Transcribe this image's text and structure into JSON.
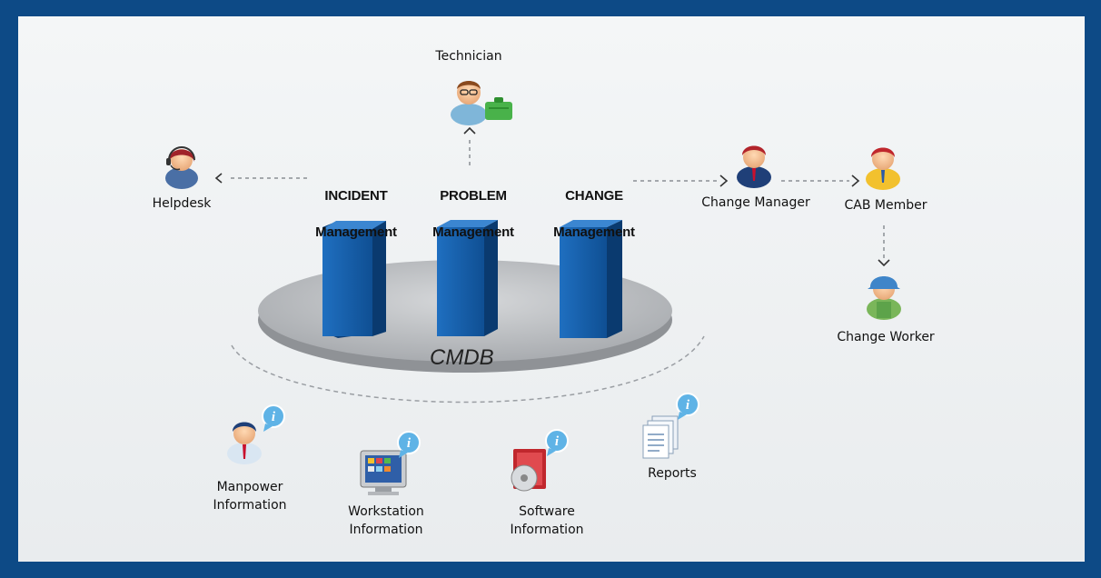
{
  "modules": [
    {
      "line1": "INCIDENT",
      "line2": "Management"
    },
    {
      "line1": "PROBLEM",
      "line2": "Management"
    },
    {
      "line1": "CHANGE",
      "line2": "Management"
    }
  ],
  "platform_label": "CMDB",
  "roles": {
    "technician": "Technician",
    "helpdesk": "Helpdesk",
    "change_manager": "Change Manager",
    "cab_member": "CAB Member",
    "change_worker": "Change Worker"
  },
  "info_sources": {
    "manpower": "Manpower\nInformation",
    "workstation": "Workstation\nInformation",
    "software": "Software\nInformation",
    "reports": "Reports"
  },
  "colors": {
    "frame": "#0d4a86",
    "pillar": "#1763b0",
    "platform": "#b9bcbf",
    "connector": "#8a8f94"
  },
  "icons": [
    "technician-icon",
    "helpdesk-icon",
    "change-manager-icon",
    "cab-member-icon",
    "change-worker-icon",
    "manpower-icon",
    "workstation-icon",
    "software-icon",
    "reports-icon",
    "info-icon"
  ]
}
